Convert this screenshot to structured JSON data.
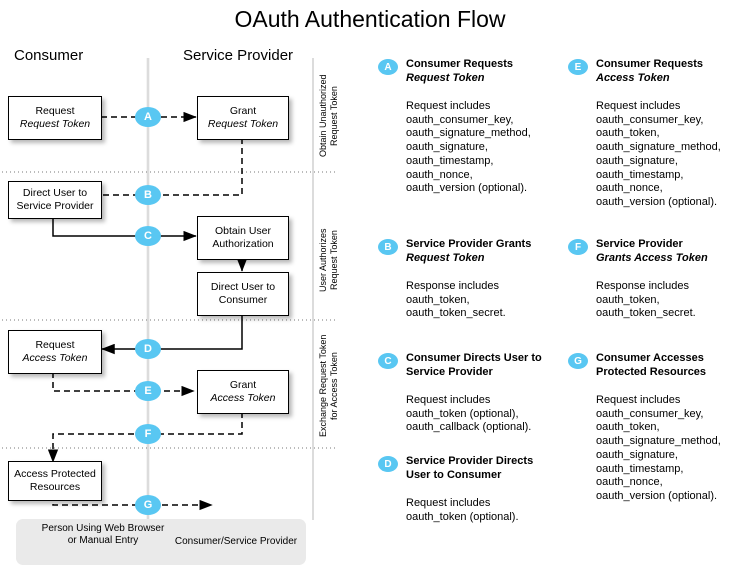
{
  "title": "OAuth Authentication Flow",
  "columns": [
    {
      "label": "Consumer"
    },
    {
      "label": "Service Provider"
    }
  ],
  "colors": {
    "badge": "#59c7f2",
    "badge_text": "#ffffff",
    "box_border": "#000000",
    "box_fill": "#ffffff",
    "legend_fill": "#eaeaea",
    "lane_line": "#dcdcdc"
  },
  "flow_boxes": [
    {
      "name": "request-request-token",
      "line1": "Request",
      "line2": "Request Token"
    },
    {
      "name": "grant-request-token",
      "line1": "Grant",
      "line2": "Request Token"
    },
    {
      "name": "direct-user-to-sp",
      "line1": "Direct User to",
      "line2": "Service Provider"
    },
    {
      "name": "obtain-user-auth",
      "line1": "Obtain User",
      "line2": "Authorization"
    },
    {
      "name": "direct-user-to-consumer",
      "line1": "Direct User to",
      "line2": "Consumer"
    },
    {
      "name": "request-access-token",
      "line1": "Request",
      "line2": "Access Token"
    },
    {
      "name": "grant-access-token",
      "line1": "Grant",
      "line2": "Access Token"
    },
    {
      "name": "access-protected-res",
      "line1": "Access Protected",
      "line2": "Resources"
    }
  ],
  "lanes": [
    {
      "name": "lane-obtain",
      "text": "Obtain Unauthorized\nRequest Token"
    },
    {
      "name": "lane-authorize",
      "text": "User Authorizes\nRequest Token"
    },
    {
      "name": "lane-exchange",
      "text": "Exchange Request Token\nfor Access Token"
    }
  ],
  "step_badges": [
    "A",
    "B",
    "C",
    "D",
    "E",
    "F",
    "G"
  ],
  "legend": {
    "person_line1": "Person Using Web Browser",
    "person_line2": "or Manual Entry",
    "machine": "Consumer/Service Provider"
  },
  "steps": [
    {
      "letter": "A",
      "head_line1": "Consumer Requests",
      "head_line2": "Request Token",
      "body": "Request includes\noauth_consumer_key,\noauth_signature_method,\noauth_signature,\noauth_timestamp,\noauth_nonce,\noauth_version (optional)."
    },
    {
      "letter": "B",
      "head_line1": "Service Provider Grants",
      "head_line2": "Request Token",
      "body": "Response includes\noauth_token,\noauth_token_secret."
    },
    {
      "letter": "C",
      "head_line1": "Consumer Directs User to",
      "head_line2": "Service Provider",
      "body": "Request includes\noauth_token (optional),\noauth_callback (optional)."
    },
    {
      "letter": "D",
      "head_line1": "Service Provider Directs",
      "head_line2": "User to Consumer",
      "body": "Request includes\noauth_token (optional)."
    },
    {
      "letter": "E",
      "head_line1": "Consumer Requests",
      "head_line2": "Access Token",
      "body": "Request includes\noauth_consumer_key,\noauth_token,\noauth_signature_method,\noauth_signature,\noauth_timestamp,\noauth_nonce,\noauth_version (optional)."
    },
    {
      "letter": "F",
      "head_line1": "Service Provider",
      "head_line2": "Grants Access Token",
      "body": "Response includes\noauth_token,\noauth_token_secret."
    },
    {
      "letter": "G",
      "head_line1": "Consumer Accesses",
      "head_line2": "Protected Resources",
      "body": "Request includes\noauth_consumer_key,\noauth_token,\noauth_signature_method,\noauth_signature,\noauth_timestamp,\noauth_nonce,\noauth_version (optional)."
    }
  ]
}
